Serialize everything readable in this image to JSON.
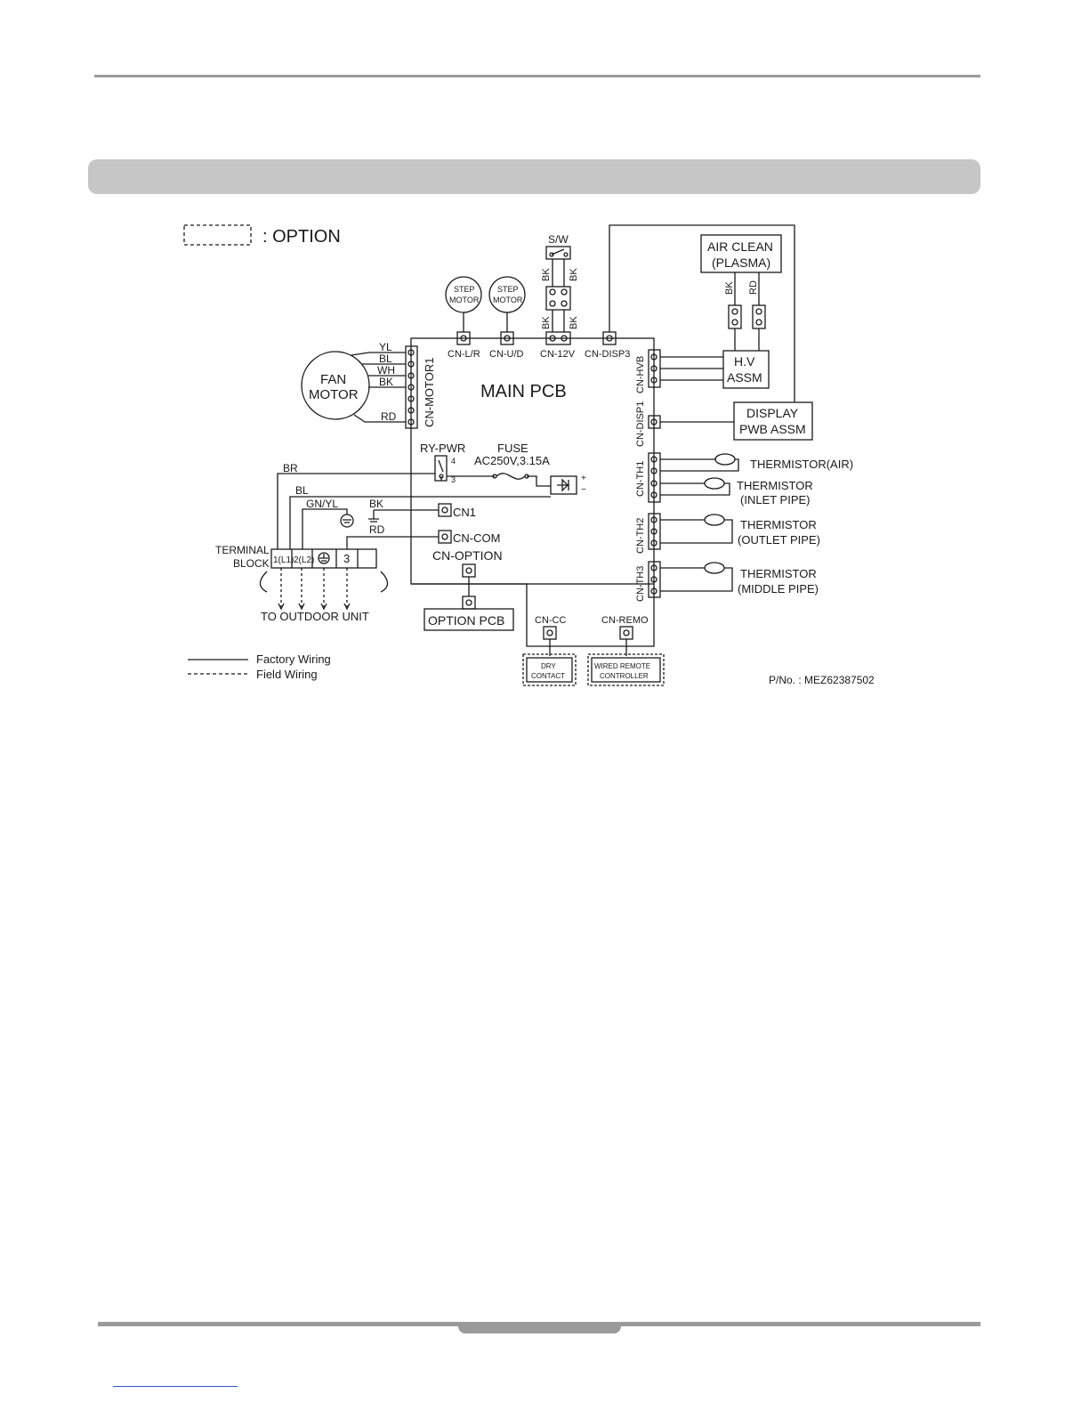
{
  "legend": {
    "option": ": OPTION",
    "factory": "Factory Wiring",
    "field": "Field Wiring"
  },
  "labels": {
    "main_pcb": "MAIN PCB",
    "fan_motor_1": "FAN",
    "fan_motor_2": "MOTOR",
    "step_motor_1": "STEP",
    "step_motor_2": "MOTOR",
    "cn_motor1": "CN-MOTOR1",
    "cn_lr": "CN-L/R",
    "cn_ud": "CN-U/D",
    "cn_12v": "CN-12V",
    "cn_disp3": "CN-DISP3",
    "cn_hvb": "CN-HVB",
    "cn_disp1": "CN-DISP1",
    "cn_th1": "CN-TH1",
    "cn_th2": "CN-TH2",
    "cn_th3": "CN-TH3",
    "sw": "S/W",
    "air_clean_1": "AIR CLEAN",
    "air_clean_2": "(PLASMA)",
    "hv_1": "H.V",
    "hv_2": "ASSM",
    "display_1": "DISPLAY",
    "display_2": "PWB ASSM",
    "ry_pwr": "RY-PWR",
    "fuse": "FUSE",
    "fuse_rating": "AC250V,3.15A",
    "cn1": "CN1",
    "cn_com": "CN-COM",
    "cn_option": "CN-OPTION",
    "option_pcb": "OPTION PCB",
    "cn_cc": "CN-CC",
    "cn_remo": "CN-REMO",
    "dry_1": "DRY",
    "dry_2": "CONTACT",
    "wired_1": "WIRED REMOTE",
    "wired_2": "CONTROLLER",
    "th_air": "THERMISTOR(AIR)",
    "th_inlet_1": "THERMISTOR",
    "th_inlet_2": "(INLET PIPE)",
    "th_outlet_1": "THERMISTOR",
    "th_outlet_2": "(OUTLET PIPE)",
    "th_middle_1": "THERMISTOR",
    "th_middle_2": "(MIDDLE PIPE)",
    "terminal_1": "TERMINAL",
    "terminal_2": "BLOCK",
    "term_l1": "1(L1)",
    "term_l2": "2(L2)",
    "term_3": "3",
    "to_outdoor": "TO OUTDOOR UNIT",
    "part_no": "P/No. : MEZ62387502",
    "relay_4": "4",
    "relay_3": "3",
    "plus": "+",
    "minus": "−"
  },
  "wire_colors": {
    "yl": "YL",
    "bl": "BL",
    "wh": "WH",
    "bk": "BK",
    "rd": "RD",
    "br": "BR",
    "gnyl": "GN/YL"
  }
}
